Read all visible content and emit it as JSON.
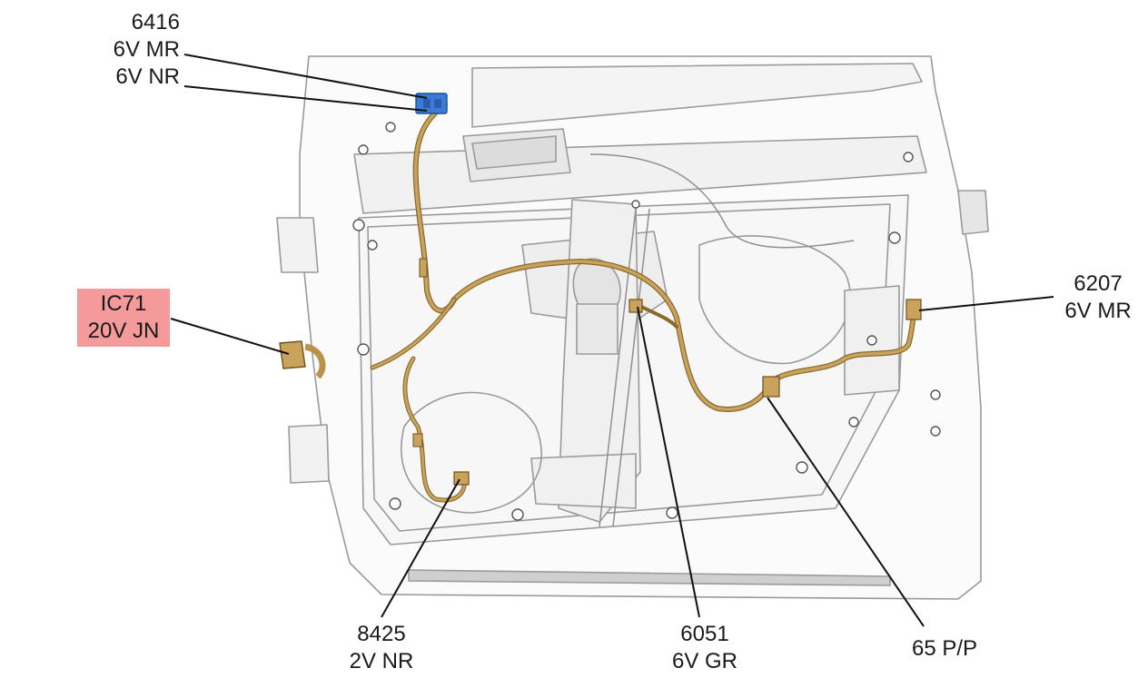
{
  "callouts": [
    {
      "id": "c6416",
      "lines": [
        "6416",
        "6V MR",
        "6V NR"
      ],
      "highlight": false
    },
    {
      "id": "cIC71",
      "lines": [
        "IC71",
        "20V JN"
      ],
      "highlight": true,
      "highlight_color": "#f59a9a"
    },
    {
      "id": "c6207",
      "lines": [
        "6207",
        "6V MR"
      ],
      "highlight": false
    },
    {
      "id": "c8425",
      "lines": [
        "8425",
        "2V NR"
      ],
      "highlight": false
    },
    {
      "id": "c6051",
      "lines": [
        "6051",
        "6V GR"
      ],
      "highlight": false
    },
    {
      "id": "c65",
      "lines": [
        "65 P/P"
      ],
      "highlight": false
    }
  ],
  "colors": {
    "harness": "#b8924a",
    "harness_dark": "#8a6a2c",
    "connector_blue": "#3a7bd5",
    "panel_line": "#9a9a9a",
    "leader": "#111111",
    "highlight": "#f59a9a"
  }
}
